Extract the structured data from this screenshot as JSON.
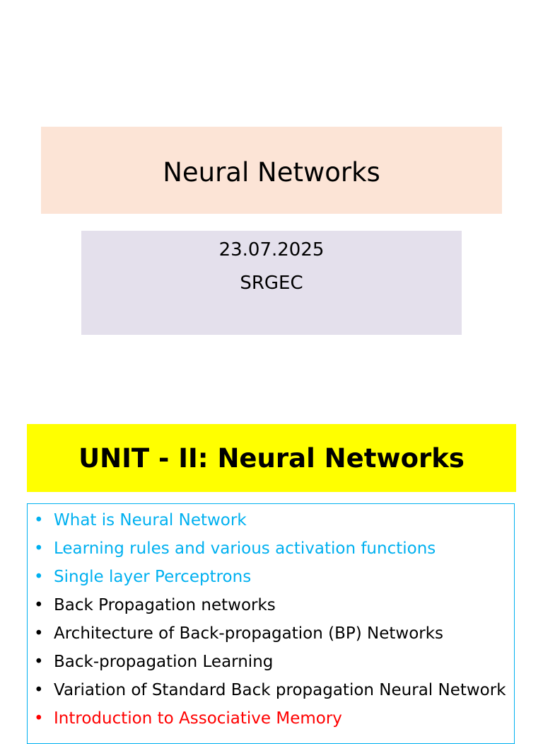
{
  "title_slide": {
    "title": "Neural Networks",
    "date": "23.07.2025",
    "institution": "SRGEC"
  },
  "unit_slide": {
    "heading": "UNIT - II: Neural Networks",
    "bullet_glyph": "•",
    "topics": [
      {
        "text": "What is Neural Network",
        "color": "#00b0f0"
      },
      {
        "text": "Learning rules and various activation functions",
        "color": "#00b0f0"
      },
      {
        "text": "Single layer Perceptrons",
        "color": "#00b0f0"
      },
      {
        "text": "Back Propagation networks",
        "color": "#000000"
      },
      {
        "text": "Architecture of Back-propagation (BP) Networks",
        "color": "#000000"
      },
      {
        "text": "Back-propagation Learning",
        "color": "#000000"
      },
      {
        "text": "Variation of Standard Back propagation Neural Network",
        "color": "#000000"
      },
      {
        "text": "Introduction to Associative Memory",
        "color": "#ff0000"
      }
    ]
  },
  "colors": {
    "title_box_bg": "#fce4d6",
    "subtitle_box_bg": "#e4e0ec",
    "unit_heading_bg": "#ffff00",
    "list_border": "#00b0f0"
  }
}
